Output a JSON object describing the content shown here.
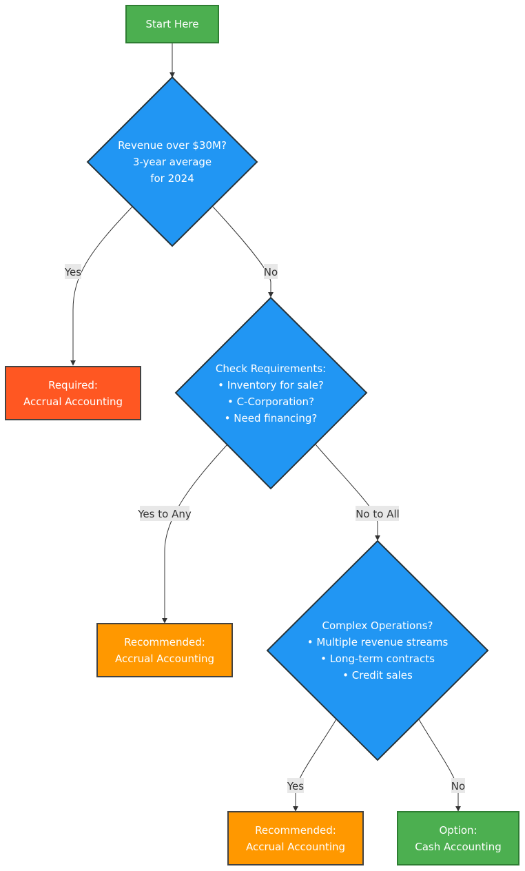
{
  "colors": {
    "green": "#4caf50",
    "green_border": "#2e7d32",
    "blue": "#2196f3",
    "blue_border": "#263238",
    "red_orange": "#ff5722",
    "red_orange_border": "#424242",
    "orange": "#ff9800",
    "orange_border": "#424242",
    "edge": "#333333",
    "label_bg": "#e8e8e8"
  },
  "nodes": {
    "start": {
      "lines": [
        "Start Here"
      ]
    },
    "revenue": {
      "lines": [
        "Revenue over $30M?",
        "3-year average",
        "for 2024"
      ]
    },
    "required": {
      "lines": [
        "Required:",
        "Accrual Accounting"
      ]
    },
    "check": {
      "lines": [
        "Check Requirements:",
        "• Inventory for sale?",
        "• C-Corporation?",
        "• Need financing?"
      ]
    },
    "recommended1": {
      "lines": [
        "Recommended:",
        "Accrual Accounting"
      ]
    },
    "complex": {
      "lines": [
        "Complex Operations?",
        "• Multiple revenue streams",
        "• Long-term contracts",
        "• Credit sales"
      ]
    },
    "recommended2": {
      "lines": [
        "Recommended:",
        "Accrual Accounting"
      ]
    },
    "cash": {
      "lines": [
        "Option:",
        "Cash Accounting"
      ]
    }
  },
  "edges": {
    "revenue_yes": "Yes",
    "revenue_no": "No",
    "check_yes": "Yes to Any",
    "check_no": "No to All",
    "complex_yes": "Yes",
    "complex_no": "No"
  }
}
